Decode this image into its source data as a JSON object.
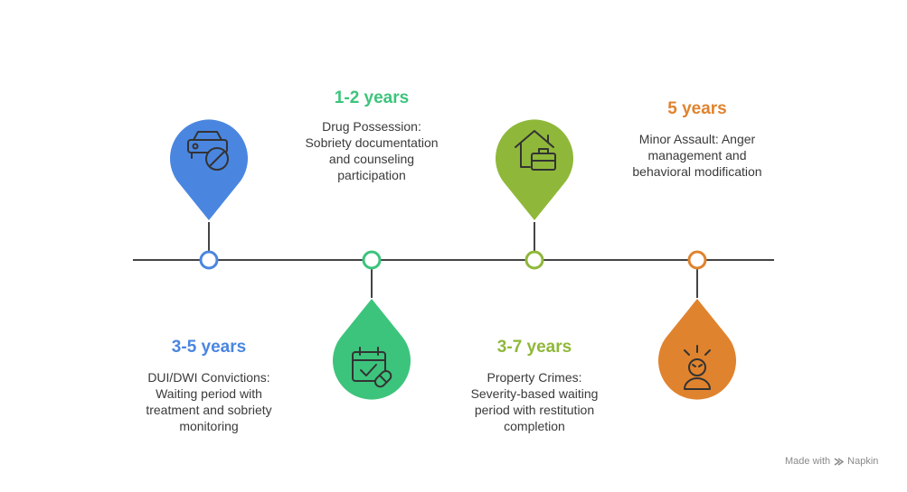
{
  "colors": {
    "blue": "#4a86e0",
    "green": "#3cc47c",
    "lime": "#8fb83a",
    "orange": "#e0832e",
    "line": "#444444"
  },
  "items": [
    {
      "period": "3-5 years",
      "desc": [
        "DUI/DWI Convictions:",
        "Waiting period with",
        "treatment and sobriety",
        "monitoring"
      ],
      "icon": "car-prohibited-icon",
      "color": "#4a86e0"
    },
    {
      "period": "1-2 years",
      "desc": [
        "Drug Possession:",
        "Sobriety documentation",
        "and counseling",
        "participation"
      ],
      "icon": "calendar-check-pill-icon",
      "color": "#3cc47c"
    },
    {
      "period": "3-7 years",
      "desc": [
        "Property Crimes:",
        "Severity-based waiting",
        "period with restitution",
        "completion"
      ],
      "icon": "house-briefcase-icon",
      "color": "#8fb83a"
    },
    {
      "period": "5 years",
      "desc": [
        "Minor Assault: Anger",
        "management and",
        "behavioral modification"
      ],
      "icon": "angry-person-icon",
      "color": "#e0832e"
    }
  ],
  "footer": {
    "made_with": "Made with",
    "brand": "Napkin",
    "icon": "napkin-logo-icon"
  }
}
